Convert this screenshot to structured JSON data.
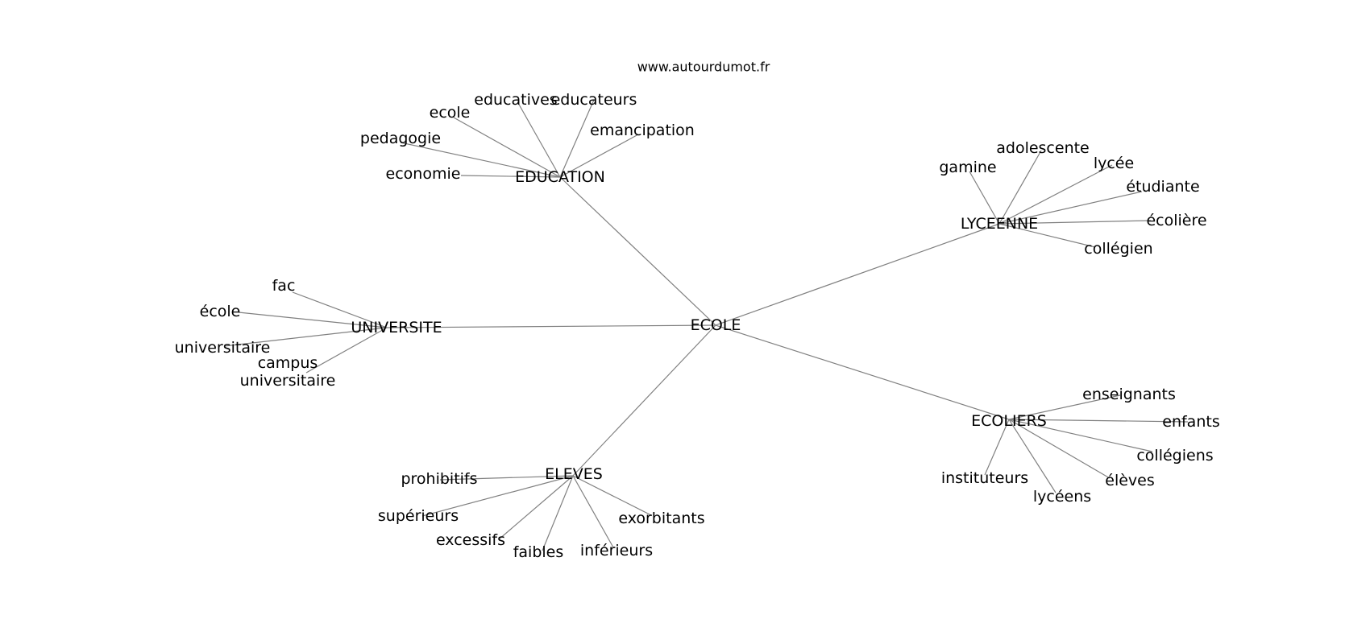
{
  "source_label": "www.autourdumot.fr",
  "center": "ECOLE",
  "clusters": [
    {
      "id": "education",
      "label": "EDUCATION",
      "words": [
        "ecole",
        "educatives",
        "educateurs",
        "emancipation",
        "pedagogie",
        "economie"
      ]
    },
    {
      "id": "lyceenne",
      "label": "LYCEENNE",
      "words": [
        "gamine",
        "adolescente",
        "lycée",
        "étudiante",
        "écolière",
        "collégien"
      ]
    },
    {
      "id": "universite",
      "label": "UNIVERSITE",
      "words": [
        "fac",
        "école",
        "universitaire",
        "campus universitaire"
      ]
    },
    {
      "id": "ecoliers",
      "label": "ECOLIERS",
      "words": [
        "enseignants",
        "enfants",
        "collégiens",
        "élèves",
        "lycéens",
        "instituteurs"
      ]
    },
    {
      "id": "eleves",
      "label": "ELEVES",
      "words": [
        "prohibitifs",
        "supérieurs",
        "excessifs",
        "faibles",
        "inférieurs",
        "exorbitants"
      ]
    }
  ]
}
